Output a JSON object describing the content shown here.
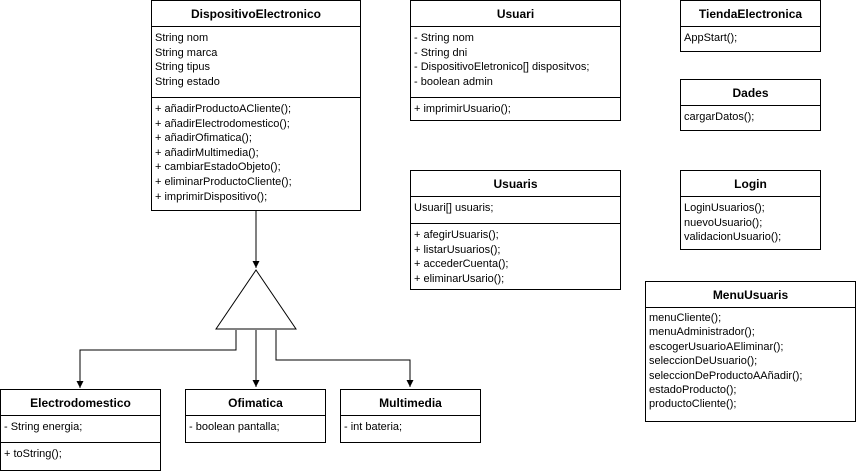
{
  "classes": {
    "dispositivo": {
      "name": "DispositivoElectronico",
      "attributes": [
        "String nom",
        "String marca",
        "String tipus",
        "String estado"
      ],
      "methods": [
        "+ añadirProductoACliente();",
        "+ añadirElectrodomestico();",
        "+ añadirOfimatica();",
        "+ añadirMultimedia();",
        "+ cambiarEstadoObjeto();",
        "+ eliminarProductoCliente();",
        "+ imprimirDispositivo();"
      ]
    },
    "usuari": {
      "name": "Usuari",
      "attributes": [
        "- String nom",
        "- String dni",
        "- DispositivoEletronico[] dispositvos;",
        "- boolean admin"
      ],
      "methods": [
        "+ imprimirUsuario();"
      ]
    },
    "tienda": {
      "name": "TiendaElectronica",
      "methods": [
        "AppStart();"
      ]
    },
    "dades": {
      "name": "Dades",
      "methods": [
        "cargarDatos();"
      ]
    },
    "usuaris": {
      "name": "Usuaris",
      "attributes": [
        "Usuari[] usuaris;"
      ],
      "methods": [
        "+ afegirUsuaris();",
        "+ listarUsuarios();",
        "+ accederCuenta();",
        "+ eliminarUsario();"
      ]
    },
    "login": {
      "name": "Login",
      "methods": [
        "LoginUsuarios();",
        "nuevoUsuario();",
        "validacionUsuario();"
      ]
    },
    "menu": {
      "name": "MenuUsuaris",
      "methods": [
        "menuCliente();",
        "menuAdministrador();",
        "escogerUsuarioAEliminar();",
        "seleccionDeUsuario();",
        "seleccionDeProductoAAñadir();",
        "estadoProducto();",
        "productoCliente();"
      ]
    },
    "electro": {
      "name": "Electrodomestico",
      "attributes": [
        "- String energia;"
      ],
      "methods": [
        "+ toString();"
      ]
    },
    "ofimatica": {
      "name": "Ofimatica",
      "attributes": [
        "- boolean pantalla;"
      ]
    },
    "multimedia": {
      "name": "Multimedia",
      "attributes": [
        "- int bateria;"
      ]
    }
  },
  "colors": {
    "stroke": "#000000",
    "fill": "#ffffff"
  }
}
